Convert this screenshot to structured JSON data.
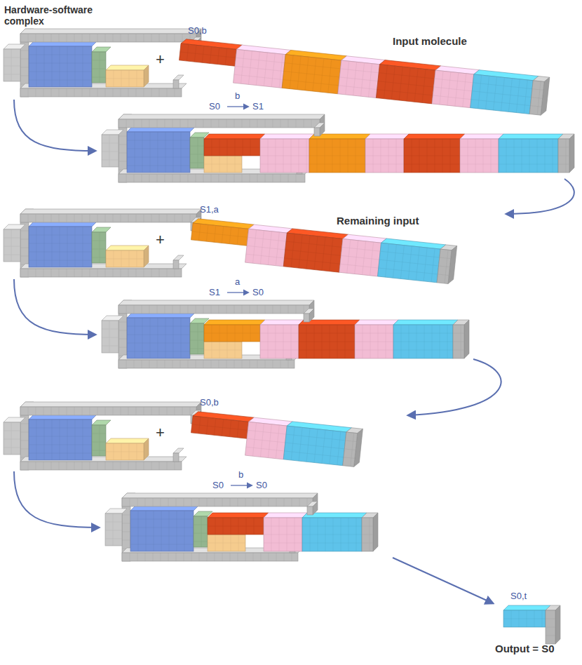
{
  "diagram": {
    "labels": [
      "Hardware-software complex",
      "+",
      "S0,b",
      "Input molecule",
      "S0",
      "b",
      "S1",
      "+",
      "S1,a",
      "Remaining input",
      "S1",
      "a",
      "S0",
      "+",
      "S0,b",
      "S0",
      "b",
      "S0",
      "S0,t",
      "Output = S0"
    ]
  }
}
